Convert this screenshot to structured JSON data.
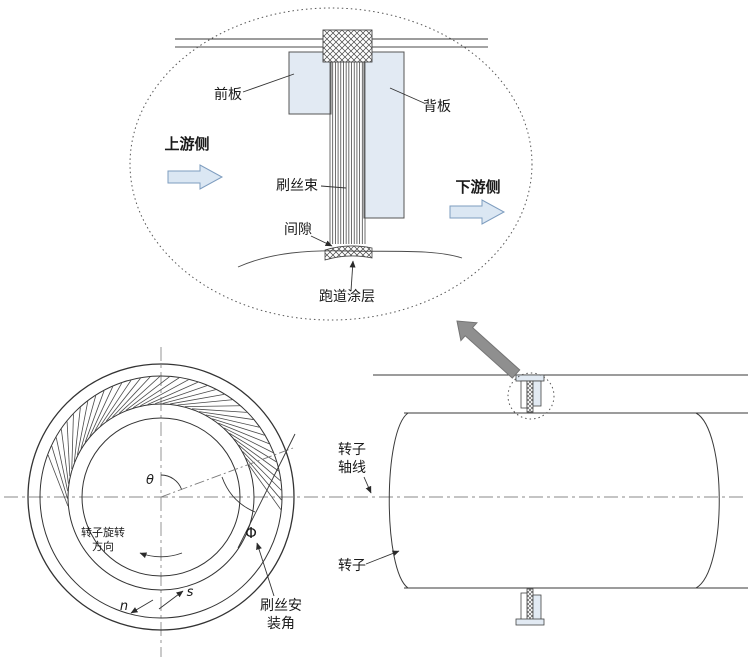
{
  "detail_view": {
    "front_plate_label": "前板",
    "back_plate_label": "背板",
    "upstream_label": "上游侧",
    "bristle_label": "刷丝束",
    "downstream_label": "下游侧",
    "clearance_label": "间隙",
    "coating_label": "跑道涂层"
  },
  "front_view": {
    "theta_label": "θ",
    "phi_label": "Φ",
    "rotation_label_line1": "转子旋转",
    "rotation_label_line2": "方向",
    "s_label": "s",
    "n_label": "n",
    "install_angle_line1": "刷丝安",
    "install_angle_line2": "装角"
  },
  "side_view": {
    "axis_label_line1": "转子",
    "axis_label_line2": "轴线",
    "rotor_label": "转子"
  },
  "colors": {
    "plate_fill": "#e2eaf3",
    "flow_arrow_fill": "#dbe7f3",
    "flow_arrow_stroke": "#7e9dbf",
    "pointer_arrow_fill": "#8f8f8f",
    "pointer_arrow_stroke": "#747474"
  }
}
